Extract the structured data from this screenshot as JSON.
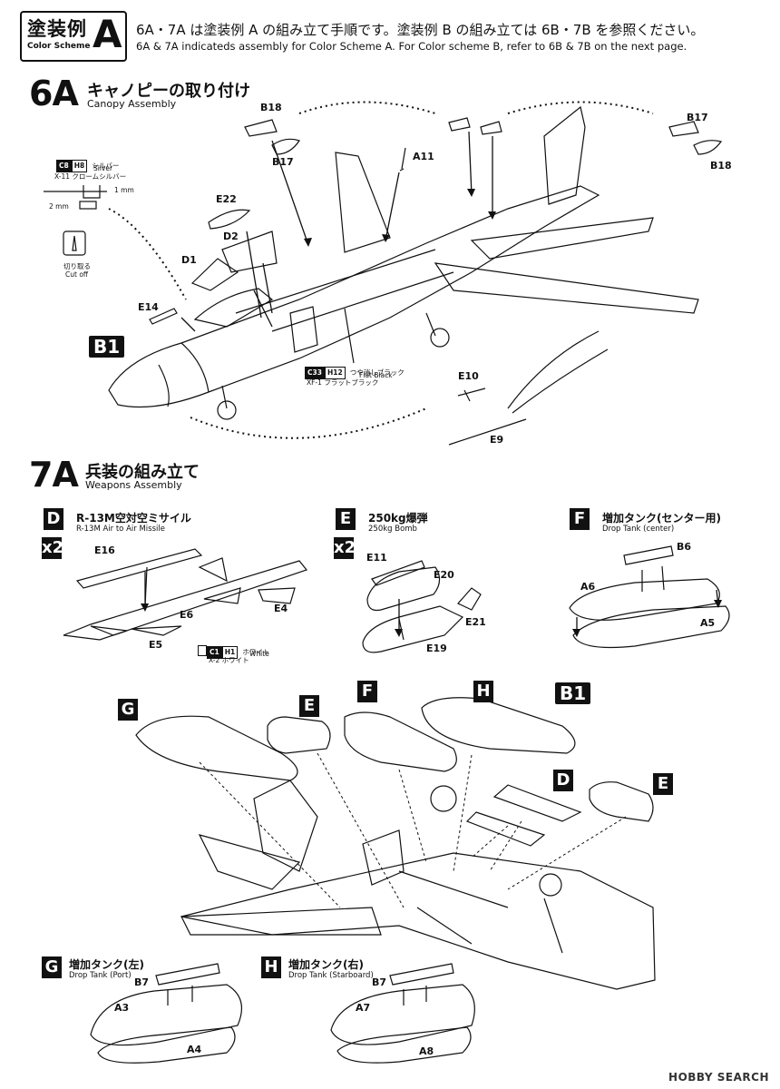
{
  "header": {
    "scheme_jp": "塗装例",
    "scheme_en": "Color Scheme",
    "scheme_letter": "A",
    "line_jp": "6A・7A は塗装例 A の組み立て手順です。塗装例 B の組み立ては 6B・7B を参照ください。",
    "line_en": "6A & 7A indicateds assembly for Color Scheme A. For Color scheme B, refer to 6B & 7B on the next page."
  },
  "step6": {
    "num": "6A",
    "title_jp": "キャノピーの取り付け",
    "title_en": "Canopy Assembly",
    "parts": {
      "b18_l": "B18",
      "b17_l": "B17",
      "b17_r": "B17",
      "b18_r": "B18",
      "a11": "A11",
      "e22": "E22",
      "d2": "D2",
      "d1": "D1",
      "e14": "E14",
      "e10": "E10",
      "e9": "E9",
      "b1": "B1"
    },
    "paint_silver": {
      "code1": "C8",
      "code2": "H8",
      "jp": "シルバー",
      "en": "Silver",
      "alt": "X-11 クロームシルバー"
    },
    "dim_1mm": "1 mm",
    "dim_2mm": "2 mm",
    "cutoff_jp": "切り取る",
    "cutoff_en": "Cut off",
    "paint_black": {
      "code1": "C33",
      "code2": "H12",
      "jp": "つや消しブラック",
      "en": "Flat Black",
      "alt": "XF-1 フラットブラック"
    }
  },
  "step7": {
    "num": "7A",
    "title_jp": "兵装の組み立て",
    "title_en": "Weapons Assembly",
    "sub_d": {
      "tag": "D",
      "jp": "R-13M空対空ミサイル",
      "en": "R-13M Air to Air Missile",
      "qty": "x2",
      "parts": {
        "e16": "E16",
        "e6": "E6",
        "e4": "E4",
        "e5": "E5"
      }
    },
    "paint_white": {
      "code1": "C1",
      "code2": "H1",
      "jp": "ホワイト",
      "en": "White",
      "alt": "X-2 ホワイト"
    },
    "sub_e": {
      "tag": "E",
      "jp": "250kg爆弾",
      "en": "250kg Bomb",
      "qty": "x2",
      "parts": {
        "e11": "E11",
        "e20": "E20",
        "e21": "E21",
        "e19": "E19"
      }
    },
    "sub_f": {
      "tag": "F",
      "jp": "増加タンク(センター用)",
      "en": "Drop Tank (center)",
      "parts": {
        "b6": "B6",
        "a6": "A6",
        "a5": "A5"
      }
    },
    "main_tags": {
      "g": "G",
      "e1": "E",
      "f": "F",
      "h": "H",
      "b1": "B1",
      "d": "D",
      "e2": "E"
    },
    "sub_g": {
      "tag": "G",
      "jp": "増加タンク(左)",
      "en": "Drop Tank (Port)",
      "parts": {
        "b7": "B7",
        "a3": "A3",
        "a4": "A4"
      }
    },
    "sub_h": {
      "tag": "H",
      "jp": "増加タンク(右)",
      "en": "Drop Tank (Starboard)",
      "parts": {
        "b7": "B7",
        "a7": "A7",
        "a8": "A8"
      }
    }
  },
  "watermark": "HOBBY SEARCH"
}
